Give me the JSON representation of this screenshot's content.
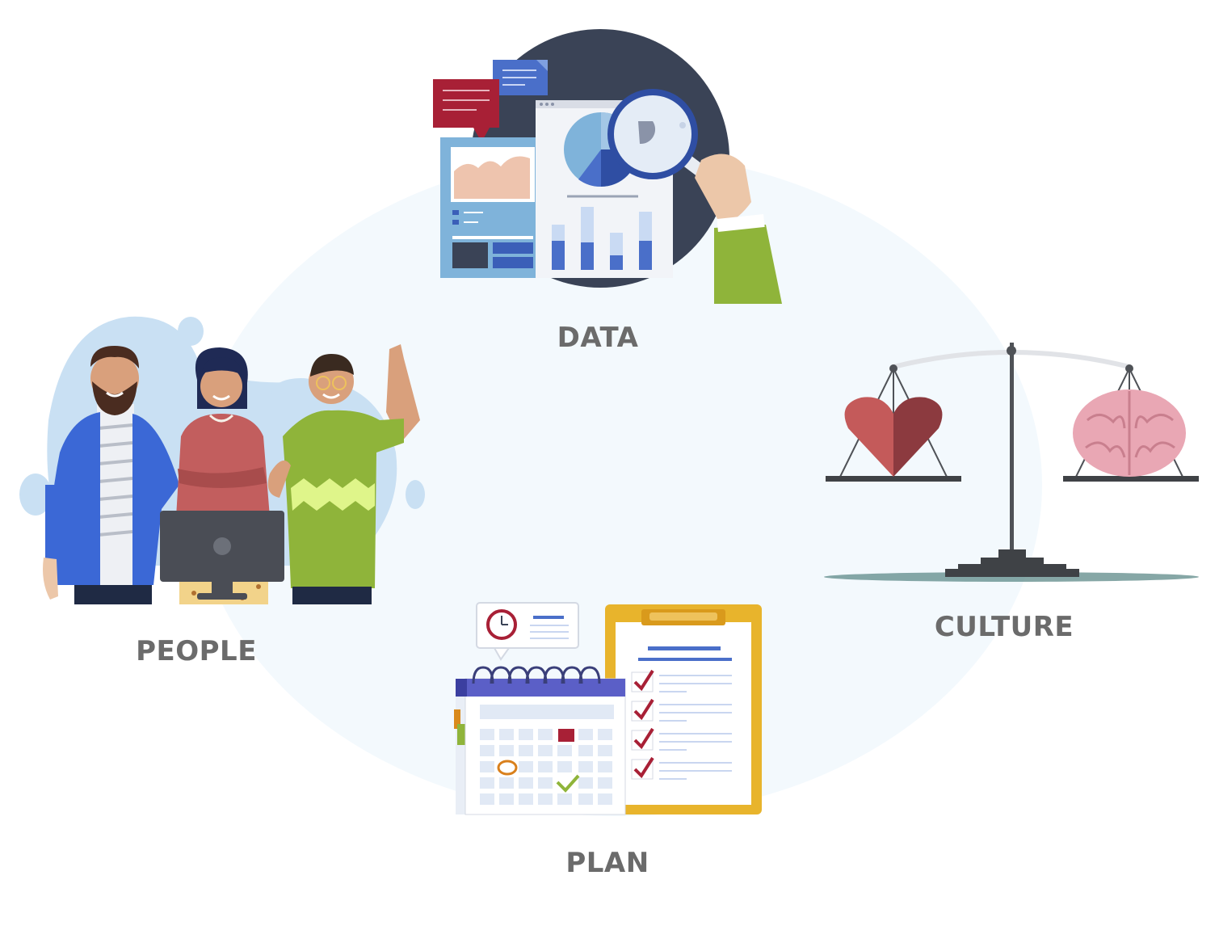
{
  "labels": {
    "data": "DATA",
    "people": "PEOPLE",
    "culture": "CULTURE",
    "plan": "PLAN"
  },
  "colors": {
    "background_ellipse": "#f3f9fd",
    "navy_circle": "#3a4356",
    "label_gray": "#6b6b6b",
    "bar_blue": "#4a6fc9",
    "chat_red": "#a82036",
    "sleeve_green": "#8fb43a",
    "clipboard_gold": "#e8b42c",
    "calendar_purple": "#5b5fc7",
    "heart_red": "#c45a5a",
    "brain_pink": "#e9a7b4"
  }
}
